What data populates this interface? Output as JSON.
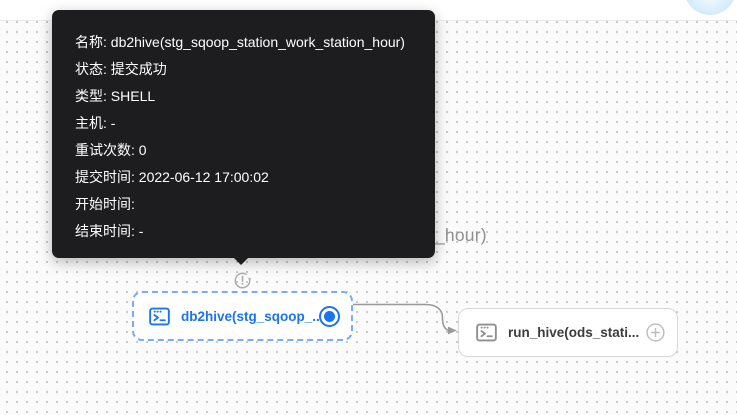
{
  "topbar": {},
  "tooltip": {
    "rows": [
      {
        "text": "名称: db2hive(stg_sqoop_station_work_station_hour)"
      },
      {
        "text": "状态: 提交成功"
      },
      {
        "text": "类型: SHELL"
      },
      {
        "text": "主机: -"
      },
      {
        "text": "重试次数: 0"
      },
      {
        "text": "提交时间: 2022-06-12 17:00:02"
      },
      {
        "text": "开始时间:"
      },
      {
        "text": "结束时间: -"
      }
    ]
  },
  "canvas": {
    "dag_title_fragment": "_hour)"
  },
  "nodes": [
    {
      "label": "db2hive(stg_sqoop_...",
      "selected": true
    },
    {
      "label": "run_hive(ods_stati...",
      "selected": false
    }
  ],
  "colors": {
    "accent_blue": "#1a74f0",
    "node_dashed_border": "#79acf7",
    "tooltip_bg": "#1d1d1f",
    "edge_gray": "#9a9a9a",
    "node2_border": "#d8d8d8",
    "status_icon_gray": "#acacac"
  }
}
